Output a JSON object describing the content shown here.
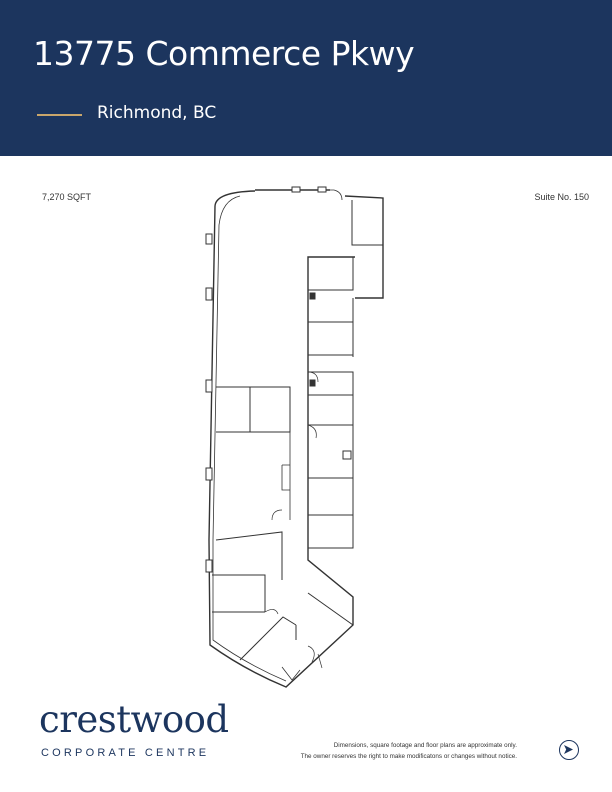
{
  "header": {
    "title": "13775 Commerce Pkwy",
    "subtitle": "Richmond, BC",
    "background_color": "#1c355e",
    "accent_color": "#c9a66b"
  },
  "plan_info": {
    "area": "7,270 SQFT",
    "suite": "Suite No. 150"
  },
  "footer": {
    "brand_name": "crestwood",
    "brand_tagline": "CORPORATE CENTRE",
    "disclaimer_line1": "Dimensions, square footage and floor plans are approximate only.",
    "disclaimer_line2": "The owner reserves the right to make modificatons or changes without notice.",
    "next_icon": "arrow-right-circle-icon"
  }
}
